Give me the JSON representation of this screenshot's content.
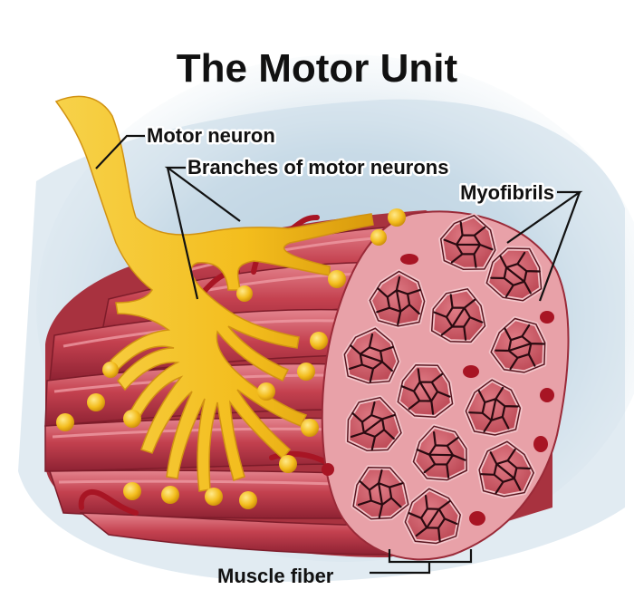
{
  "title": "The Motor Unit",
  "labels": {
    "motor_neuron": "Motor neuron",
    "branches": "Branches of motor neurons",
    "myofibrils": "Myofibrils",
    "muscle_fiber": "Muscle fiber"
  },
  "colors": {
    "muscle": "#c4414f",
    "muscle_dark": "#8e2233",
    "muscle_light": "#e07c86",
    "myofibril_fill": "#d0606c",
    "neuron": "#f3bd1d",
    "neuron_dark": "#c98a08",
    "blood_vessel": "#a81524",
    "background_wash": "#c9dbe7"
  }
}
